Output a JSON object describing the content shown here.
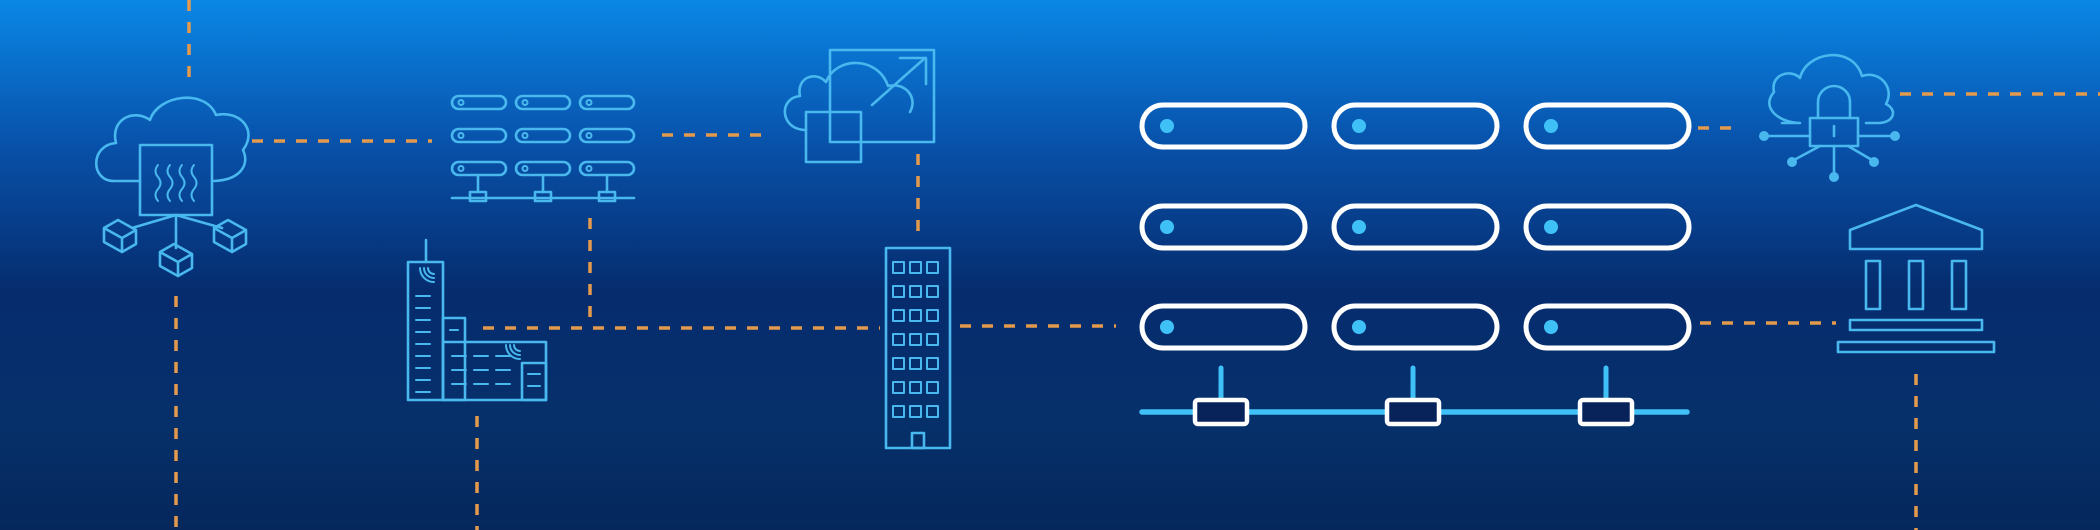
{
  "diagram": {
    "theme": {
      "background_top": "#0a87e6",
      "background_mid": "#062c6e",
      "background_bottom": "#05275c",
      "icon_color": "#48b8ee",
      "connector_color": "#e39a4c",
      "server_outline_color": "#ffffff",
      "led_color": "#3fc0f6"
    },
    "nodes": [
      {
        "name": "cloud-server-icon"
      },
      {
        "name": "server-rack-small-icon"
      },
      {
        "name": "cloud-deploy-icon"
      },
      {
        "name": "office-buildings-icon"
      },
      {
        "name": "tower-building-icon"
      },
      {
        "name": "server-cluster-icon"
      },
      {
        "name": "cloud-lock-icon"
      },
      {
        "name": "bank-icon"
      }
    ],
    "server_cluster": {
      "rows": 3,
      "columns": 3,
      "bus_nodes": 3
    }
  }
}
